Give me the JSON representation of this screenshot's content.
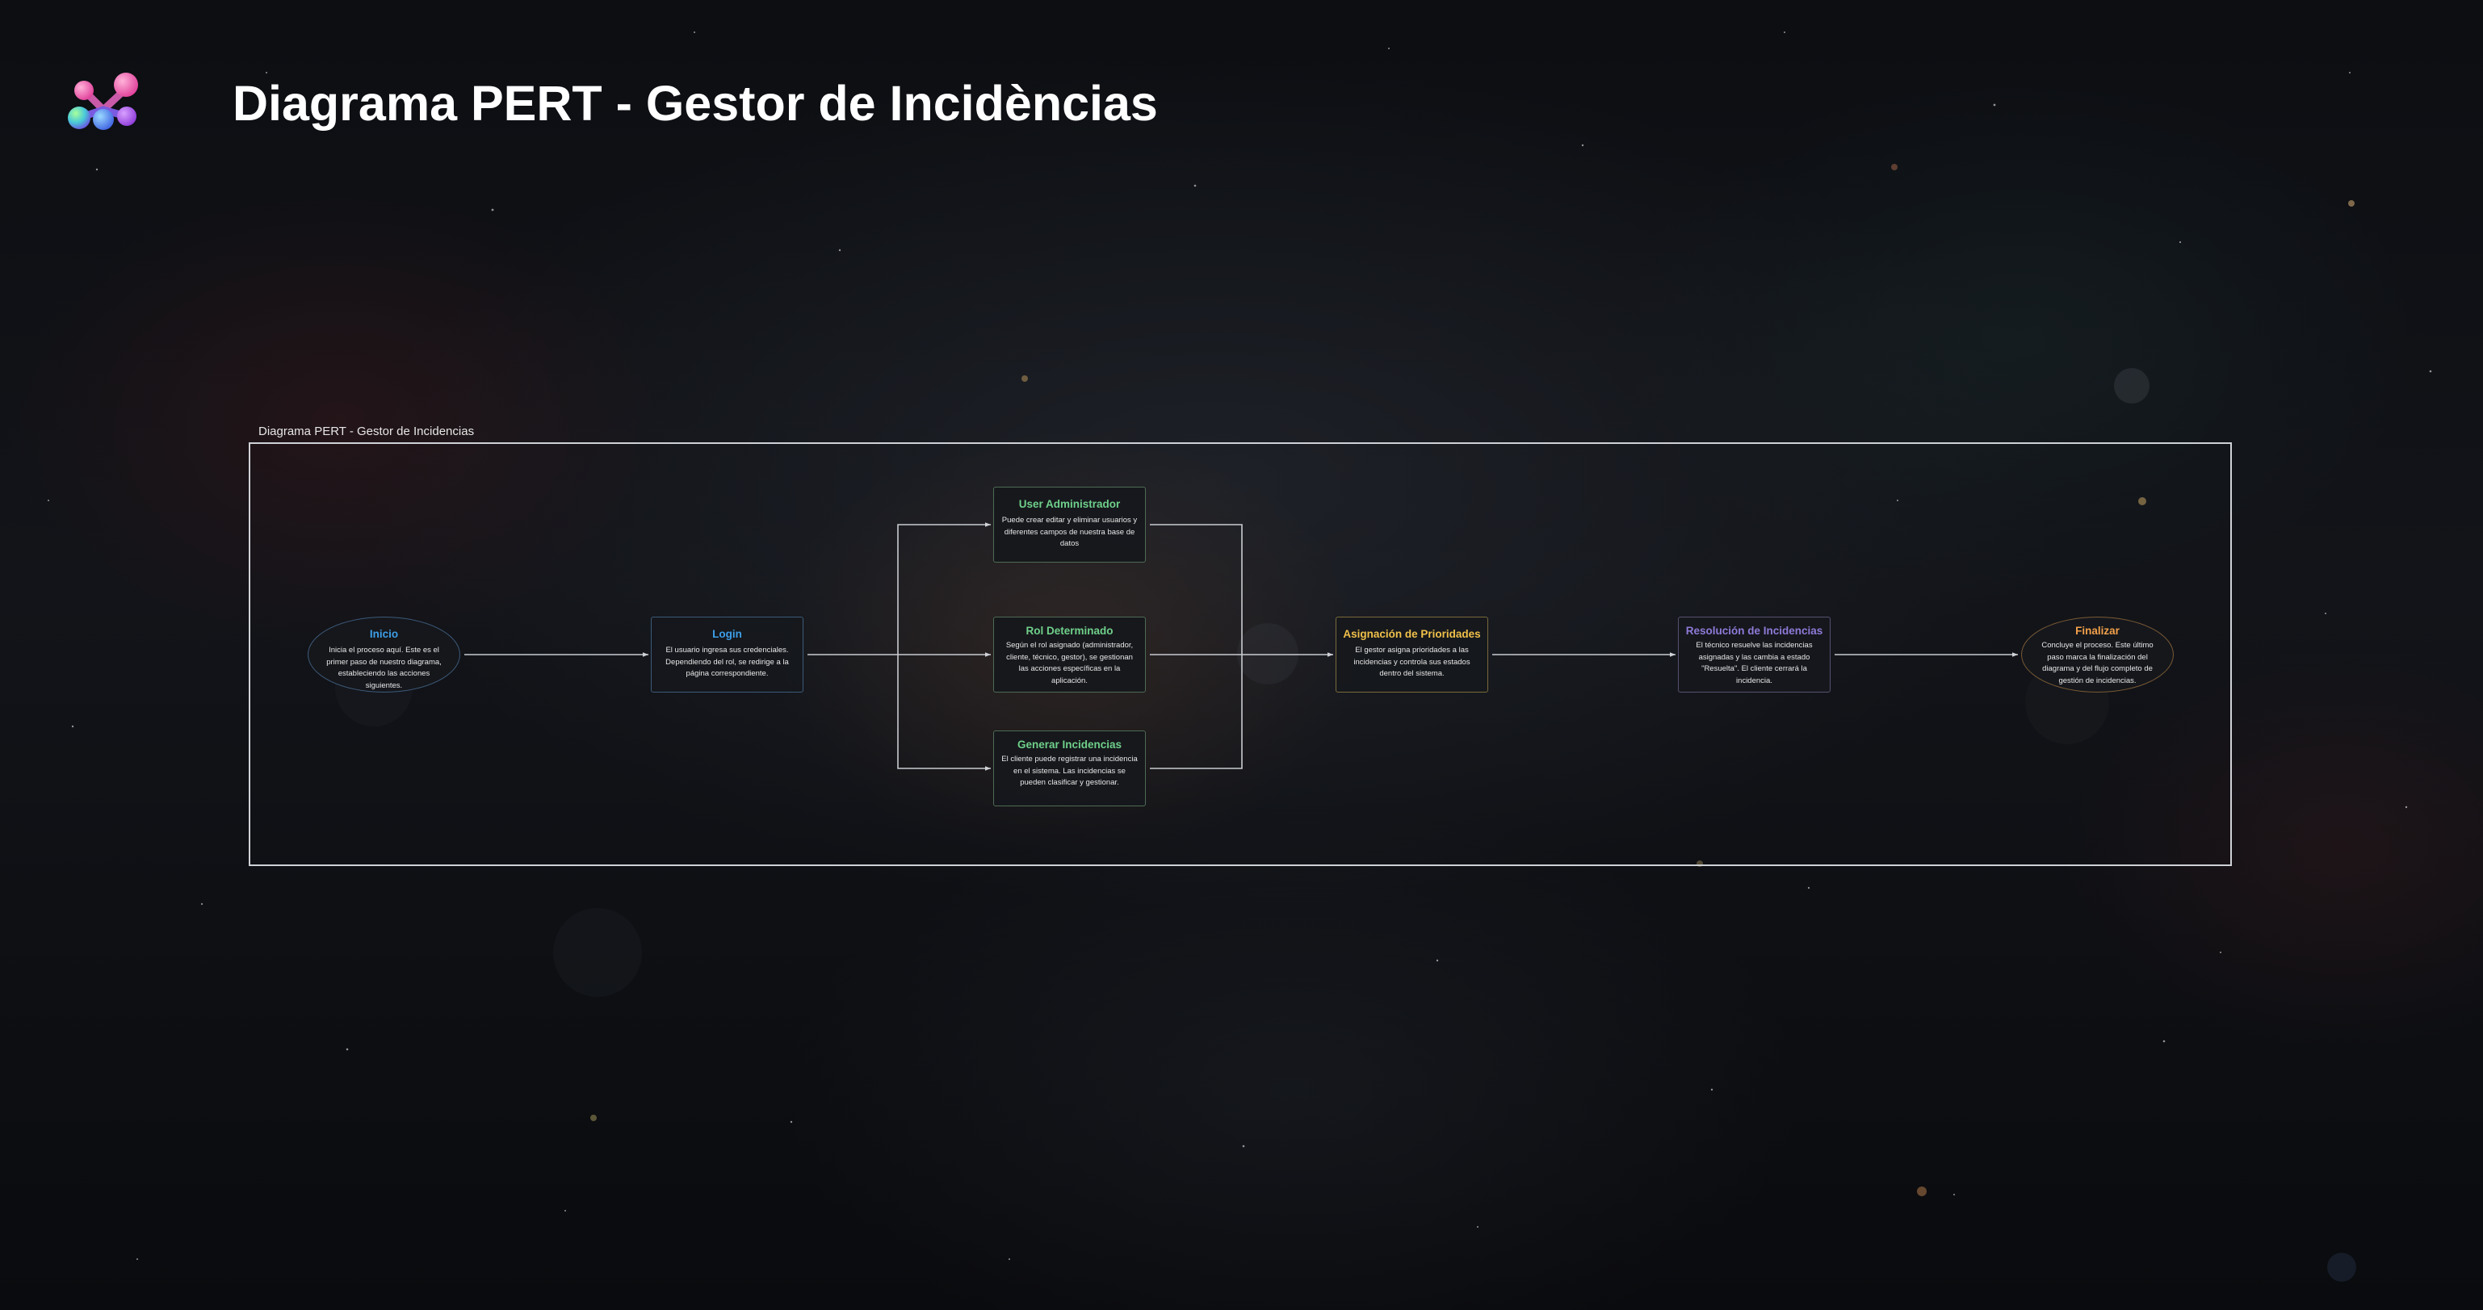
{
  "header": {
    "title": "Diagrama PERT - Gestor de Incidèncias",
    "logo_icon": "molecule-logo-icon"
  },
  "diagram": {
    "caption": "Diagrama PERT - Gestor de Incidencias",
    "nodes": {
      "inicio": {
        "title": "Inicio",
        "description": "Inicia el proceso aquí. Este es el primer paso de nuestro diagrama, estableciendo las acciones siguientes.",
        "color": "#3d9ee8"
      },
      "login": {
        "title": "Login",
        "description": "El usuario ingresa sus credenciales. Dependiendo del rol, se redirige a la página correspondiente.",
        "color": "#3d9ee8"
      },
      "user_admin": {
        "title": "User Administrador",
        "description": "Puede crear editar y eliminar usuarios y diferentes campos de nuestra base de datos",
        "color": "#6fd08a"
      },
      "rol": {
        "title": "Rol Determinado",
        "description": "Según el rol asignado (administrador, cliente, técnico, gestor), se gestionan las acciones específicas en la aplicación.",
        "color": "#6fd08a"
      },
      "generar": {
        "title": "Generar Incidencias",
        "description": "El cliente puede registrar una incidencia en el sistema. Las incidencias se pueden clasificar y gestionar.",
        "color": "#6fd08a"
      },
      "asignacion": {
        "title": "Asignación de Prioridades",
        "description": "El gestor asigna prioridades a las incidencias y controla sus estados dentro del sistema.",
        "color": "#f0c04a"
      },
      "resolucion": {
        "title": "Resolución de Incidencias",
        "description": "El técnico resuelve las incidencias asignadas y las cambia a estado \"Resuelta\". El cliente cerrará la incidencia.",
        "color": "#8f7ad8"
      },
      "finalizar": {
        "title": "Finalizar",
        "description": "Concluye el proceso. Este último paso marca la finalización del diagrama y del flujo completo de gestión de incidencias.",
        "color": "#f2a04a"
      }
    }
  }
}
